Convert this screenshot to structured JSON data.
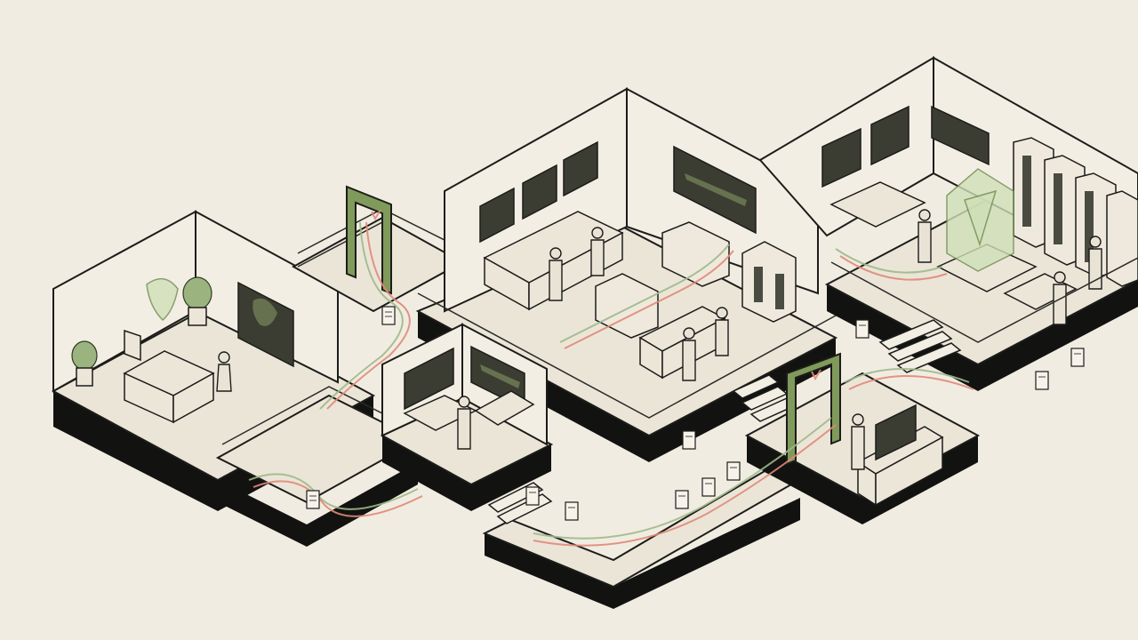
{
  "scene": {
    "palette": {
      "background": "#f1ece1",
      "line": "#1c1c1a",
      "accent_green": "#7f9a5a",
      "flow_green": "#9fb98a",
      "flow_red": "#e08a78"
    },
    "rooms": [
      {
        "name": "office-room"
      },
      {
        "name": "control-room"
      },
      {
        "name": "server-room"
      },
      {
        "name": "small-control-room"
      },
      {
        "name": "reception-room"
      }
    ],
    "icons": [
      "plant-icon",
      "hologram-icon",
      "document-icon",
      "security-gate-icon",
      "person-icon",
      "monitor-icon",
      "server-rack-icon"
    ]
  }
}
